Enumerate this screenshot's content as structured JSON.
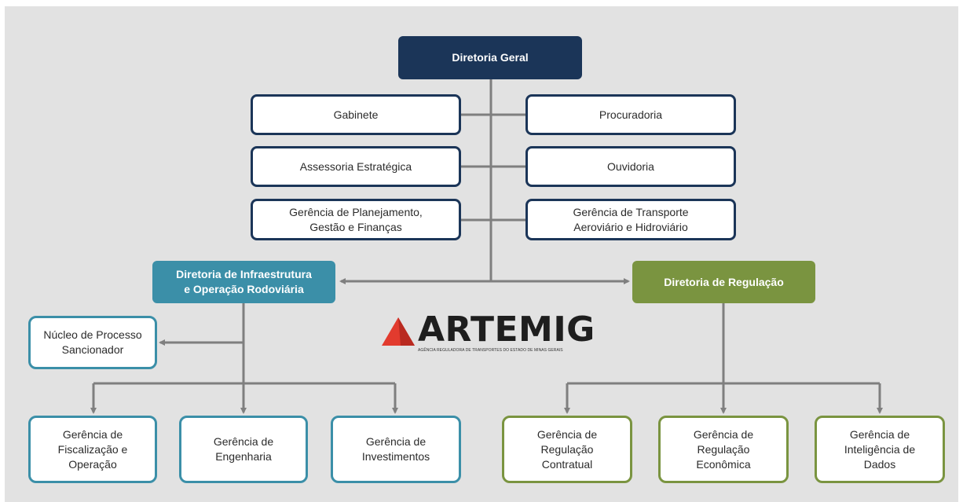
{
  "colors": {
    "navy": "#1b3558",
    "teal": "#3b8fa8",
    "green": "#7a9440",
    "connector": "#7f7f7f",
    "logo_red": "#e23b2e"
  },
  "top": {
    "diretoria_geral": "Diretoria Geral"
  },
  "staff": {
    "left": [
      "Gabinete",
      "Assessoria Estratégica",
      "Gerência de Planejamento,\nGestão e Finanças"
    ],
    "right": [
      "Procuradoria",
      "Ouvidoria",
      "Gerência de Transporte\nAeroviário e Hidroviário"
    ]
  },
  "infra": {
    "title": "Diretoria de Infraestrutura\ne Operação Rodoviária",
    "nucleo": "Núcleo de Processo\nSancionador",
    "children": [
      "Gerência de\nFiscalização e\nOperação",
      "Gerência de\nEngenharia",
      "Gerência de\nInvestimentos"
    ]
  },
  "regulacao": {
    "title": "Diretoria de Regulação",
    "children": [
      "Gerência de\nRegulação\nContratual",
      "Gerência de\nRegulação\nEconômica",
      "Gerência de\nInteligência de\nDados"
    ]
  },
  "logo": {
    "name": "ARTEMIG",
    "tagline": "AGÊNCIA REGULADORA DE TRANSPORTES DO ESTADO DE MINAS GERAIS",
    "icon": "red-triangle-mark"
  }
}
